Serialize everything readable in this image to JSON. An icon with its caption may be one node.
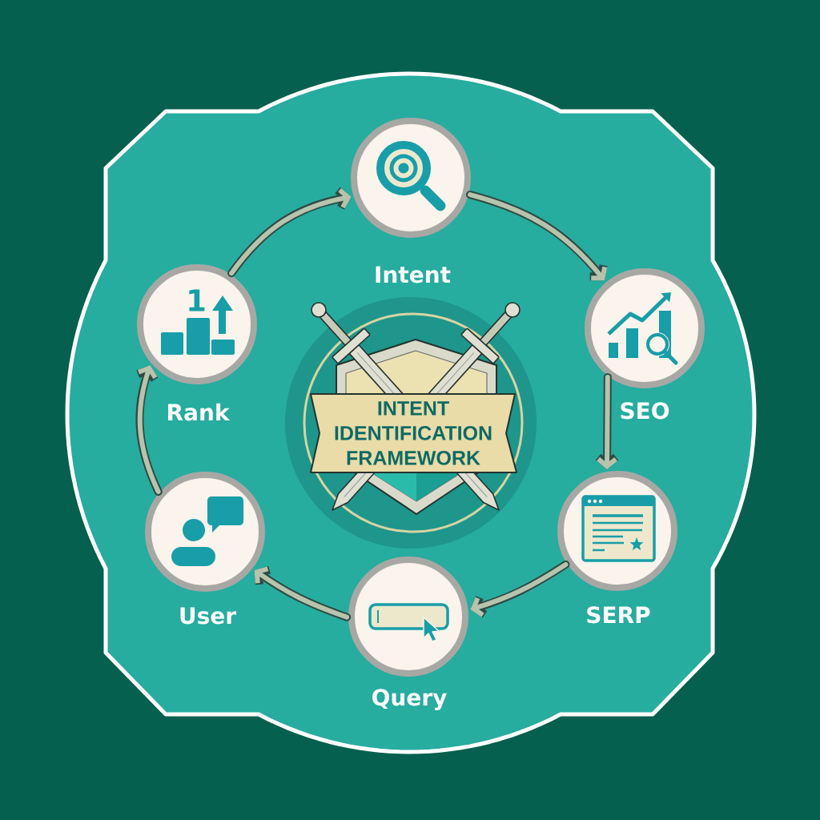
{
  "diagram": {
    "nodes": [
      {
        "text": [
          "Intent"
        ]
      },
      {
        "text": [
          "SEO"
        ]
      },
      {
        "text": [
          "SERP"
        ]
      },
      {
        "text": [
          "Query"
        ]
      },
      {
        "text": [
          "User"
        ]
      },
      {
        "text": [
          "Rank"
        ]
      },
      {
        "text": [
          "INTENT IDENTIFICATION FRAMEWORK"
        ]
      }
    ],
    "edges": [
      {
        "from": 5,
        "to": 0,
        "arrow": "to"
      },
      {
        "from": 0,
        "to": 1,
        "arrow": "to"
      },
      {
        "from": 1,
        "to": 2,
        "arrow": "to"
      },
      {
        "from": 2,
        "to": 3,
        "arrow": "to"
      },
      {
        "from": 3,
        "to": 4,
        "arrow": "to"
      },
      {
        "from": 4,
        "to": 5,
        "arrow": "to"
      }
    ],
    "labels": [
      "1"
    ]
  }
}
